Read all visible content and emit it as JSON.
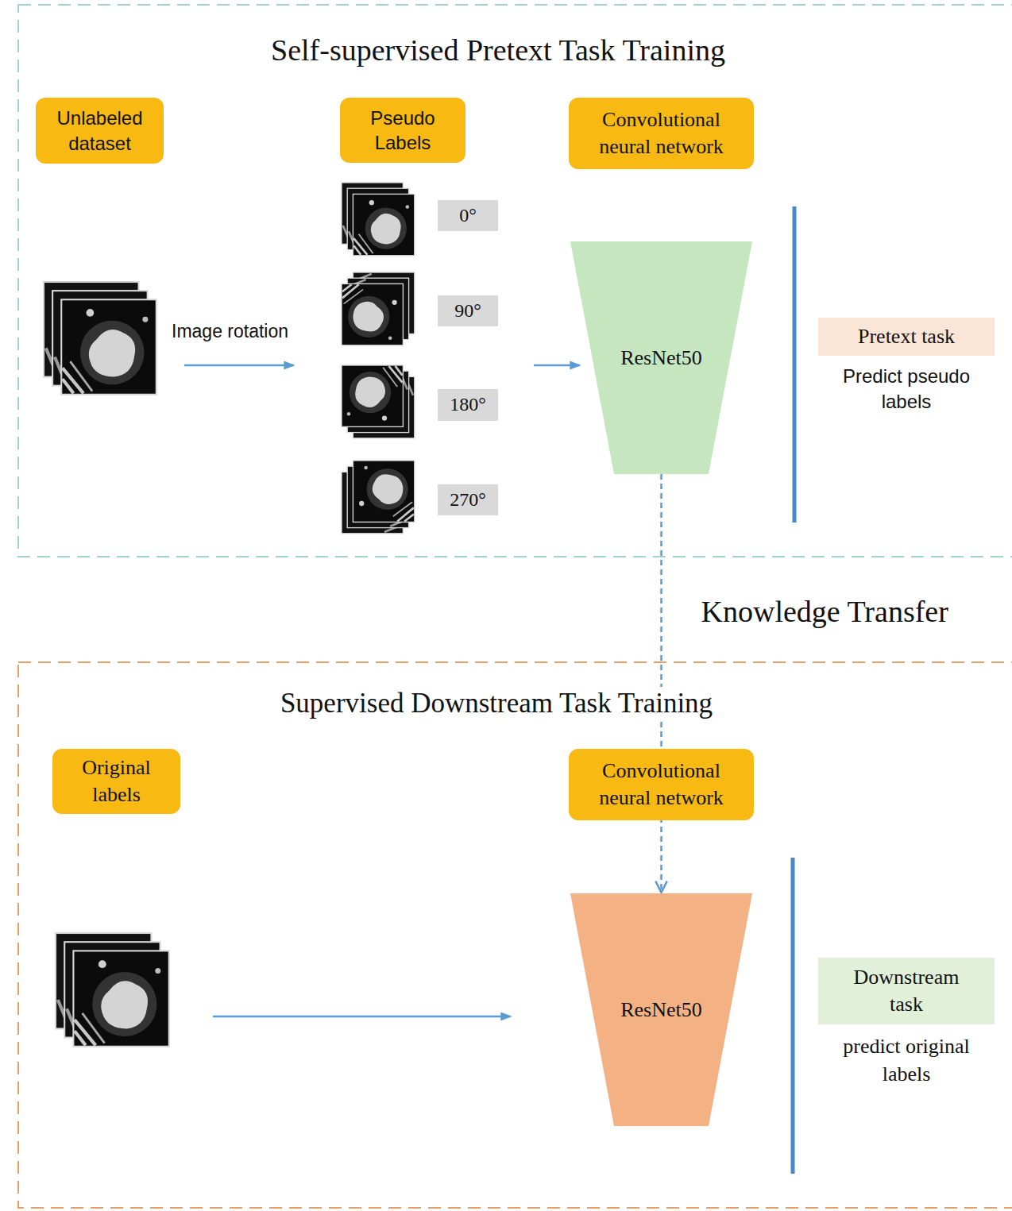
{
  "diagram": {
    "nodes": [
      {
        "text": [
          "Self-supervised Pretext Task Training"
        ]
      },
      {
        "text": [
          "Unlabeled dataset"
        ],
        "in": 0
      },
      {
        "text": [
          "Pseudo Labels"
        ],
        "in": 0
      },
      {
        "text": [
          "Convolutional neural network"
        ],
        "in": 0
      },
      {
        "text": [
          "0°"
        ],
        "in": 0
      },
      {
        "text": [
          "90°"
        ],
        "in": 0
      },
      {
        "text": [
          "180°"
        ],
        "in": 0
      },
      {
        "text": [
          "270°"
        ],
        "in": 0
      },
      {
        "text": [
          "ResNet50"
        ],
        "in": 0
      },
      {
        "text": [
          "Pretext task",
          "Predict pseudo labels"
        ],
        "in": 0
      },
      {
        "text": [
          "Supervised Downstream Task Training"
        ]
      },
      {
        "text": [
          "Original labels"
        ],
        "in": 10
      },
      {
        "text": [
          "Convolutional neural network"
        ],
        "in": 10
      },
      {
        "text": [
          "ResNet50"
        ],
        "in": 10
      },
      {
        "text": [
          "Downstream task",
          "predict original labels"
        ],
        "in": 10
      }
    ],
    "edges": [
      {
        "from": 8,
        "to": 13,
        "arrow": "to",
        "label": "Knowledge Transfer"
      }
    ],
    "labels": [
      "Image rotation"
    ]
  }
}
